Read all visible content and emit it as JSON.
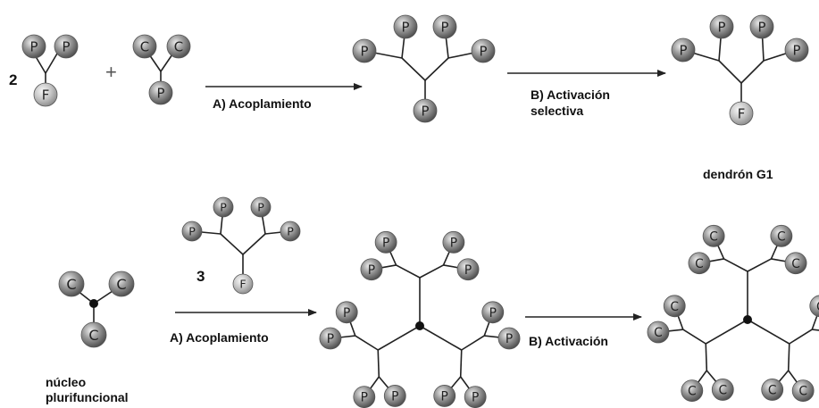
{
  "top_row": {
    "coefficient": "2",
    "plus_sign": "+",
    "reagent1": {
      "periphery_letter": "P",
      "core_letter": "F"
    },
    "reagent2": {
      "periphery_letter": "C",
      "core_letter": "P"
    },
    "step_a_label": "A) Acoplamiento",
    "intermediate": {
      "periphery_letter": "P",
      "core_letter": "P"
    },
    "step_b_label_line1": "B) Activación",
    "step_b_label_line2": "selectiva",
    "product": {
      "periphery_letter": "P",
      "core_letter": "F"
    },
    "product_name": "dendrón G1"
  },
  "bottom_row": {
    "core_name_line1": "núcleo",
    "core_name_line2": "plurifuncional",
    "core": {
      "letter": "C"
    },
    "coefficient": "3",
    "reagent_dendron": {
      "periphery_letter": "P",
      "core_letter": "F"
    },
    "step_a_label": "A) Acoplamiento",
    "intermediate": {
      "letter": "P"
    },
    "step_b_label": "B) Activación",
    "product": {
      "letter": "C"
    }
  },
  "colors": {
    "sphere_dark": "#8e8e8e",
    "sphere_light": "#c6c6c6",
    "line": "#222222"
  }
}
